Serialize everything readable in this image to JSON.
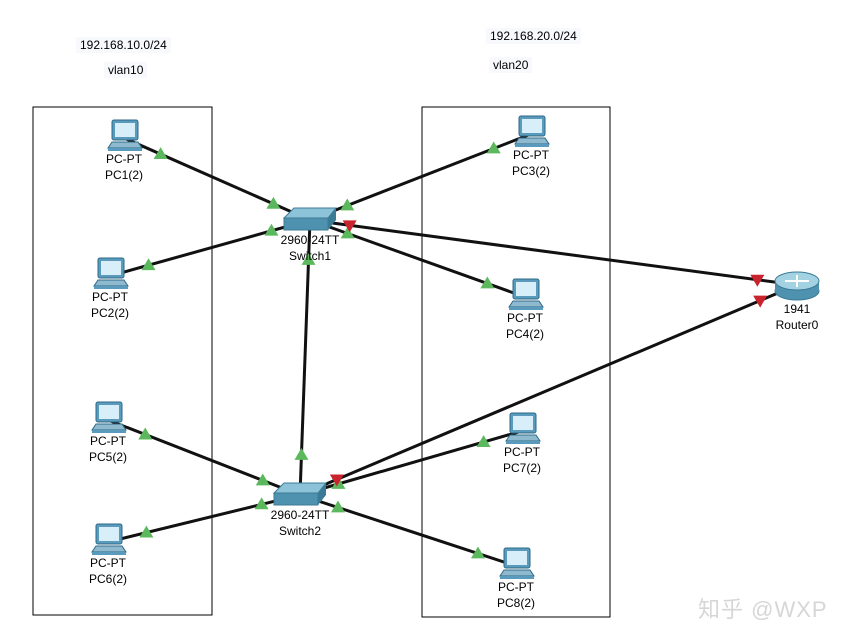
{
  "notes": {
    "vlan10_subnet": "192.168.10.0/24",
    "vlan10_name": "vlan10",
    "vlan20_subnet": "192.168.20.0/24",
    "vlan20_name": "vlan20"
  },
  "devices": [
    {
      "id": "pc1",
      "type": "pc",
      "model": "PC-PT",
      "name": "PC1(2)"
    },
    {
      "id": "pc2",
      "type": "pc",
      "model": "PC-PT",
      "name": "PC2(2)"
    },
    {
      "id": "pc5",
      "type": "pc",
      "model": "PC-PT",
      "name": "PC5(2)"
    },
    {
      "id": "pc6",
      "type": "pc",
      "model": "PC-PT",
      "name": "PC6(2)"
    },
    {
      "id": "pc3",
      "type": "pc",
      "model": "PC-PT",
      "name": "PC3(2)"
    },
    {
      "id": "pc4",
      "type": "pc",
      "model": "PC-PT",
      "name": "PC4(2)"
    },
    {
      "id": "pc7",
      "type": "pc",
      "model": "PC-PT",
      "name": "PC7(2)"
    },
    {
      "id": "pc8",
      "type": "pc",
      "model": "PC-PT",
      "name": "PC8(2)"
    },
    {
      "id": "sw1",
      "type": "switch",
      "model": "2960-24TT",
      "name": "Switch1"
    },
    {
      "id": "sw2",
      "type": "switch",
      "model": "2960-24TT",
      "name": "Switch2"
    },
    {
      "id": "r0",
      "type": "router",
      "model": "1941",
      "name": "Router0"
    }
  ],
  "links": [
    {
      "from": "pc1",
      "to": "sw1",
      "status_from": "up",
      "status_to": "up"
    },
    {
      "from": "pc2",
      "to": "sw1",
      "status_from": "up",
      "status_to": "up"
    },
    {
      "from": "pc3",
      "to": "sw1",
      "status_from": "up",
      "status_to": "up"
    },
    {
      "from": "pc4",
      "to": "sw1",
      "status_from": "up",
      "status_to": "up"
    },
    {
      "from": "sw1",
      "to": "r0",
      "status_from": "down",
      "status_to": "down"
    },
    {
      "from": "sw1",
      "to": "sw2",
      "status_from": "up",
      "status_to": "up"
    },
    {
      "from": "pc5",
      "to": "sw2",
      "status_from": "up",
      "status_to": "up"
    },
    {
      "from": "pc6",
      "to": "sw2",
      "status_from": "up",
      "status_to": "up"
    },
    {
      "from": "pc7",
      "to": "sw2",
      "status_from": "up",
      "status_to": "up"
    },
    {
      "from": "pc8",
      "to": "sw2",
      "status_from": "up",
      "status_to": "up"
    },
    {
      "from": "sw2",
      "to": "r0",
      "status_from": "down",
      "status_to": "down"
    }
  ],
  "colors": {
    "link_up": "#5cb85c",
    "link_down": "#c9242e",
    "cable": "#111111"
  },
  "watermark": "知乎 @WXP"
}
